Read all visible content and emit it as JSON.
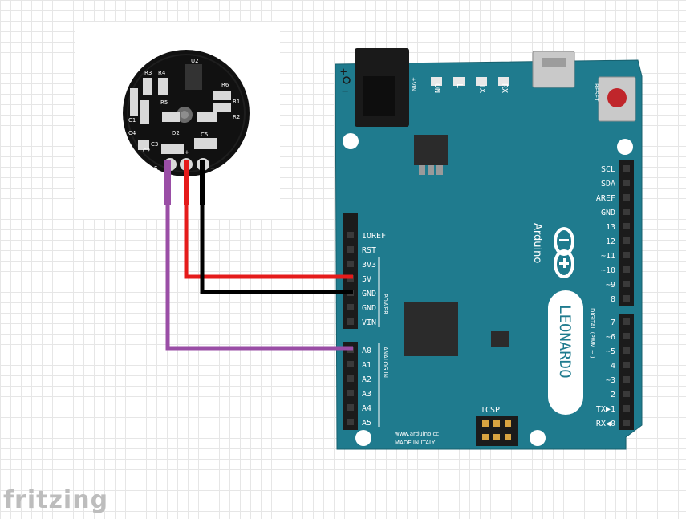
{
  "app_logo": "fritzing",
  "board": {
    "brand": "Arduino",
    "model": "LEONARDO",
    "url": "www.arduino.cc",
    "made_in": "MADE IN ITALY",
    "icsp": "ICSP",
    "reset": "RESET",
    "vin_label": "+VIN",
    "power_header_title": "POWER",
    "analog_header_title": "ANALOG IN",
    "digital_header_title": "DIGITAL (PWM ~ )",
    "leds": [
      "ON",
      "L",
      "TX",
      "RX"
    ],
    "power_pins": [
      "IOREF",
      "RST",
      "3V3",
      "5V",
      "GND",
      "GND",
      "VIN"
    ],
    "analog_pins": [
      "A0",
      "A1",
      "A2",
      "A3",
      "A4",
      "A5"
    ],
    "top_right_pins": [
      "SCL",
      "SDA",
      "AREF",
      "GND",
      "13",
      "12",
      "~11",
      "~10",
      "~9",
      "8"
    ],
    "bottom_right_pins": [
      "7",
      "~6",
      "~5",
      "4",
      "~3",
      "2",
      "TX▶1",
      "RX◀0"
    ],
    "colors": {
      "board": "#1f7b8e",
      "header": "#1b1b1b",
      "chip": "#2b2b2b",
      "reset": "#c0262b"
    }
  },
  "sensor": {
    "labels": [
      "R3",
      "R4",
      "U2",
      "R6",
      "R1",
      "C1",
      "R5",
      "C4",
      "C5",
      "R2",
      "C2",
      "D2",
      "C3",
      "S",
      "+",
      "−"
    ],
    "colors": {
      "pcb": "#111111",
      "pad": "#d9d9d9",
      "led": "#6b6b6b"
    }
  },
  "wires": [
    {
      "name": "5V",
      "color": "#e51b1b"
    },
    {
      "name": "GND",
      "color": "#000000"
    },
    {
      "name": "signal",
      "color": "#9a4ea6"
    }
  ]
}
